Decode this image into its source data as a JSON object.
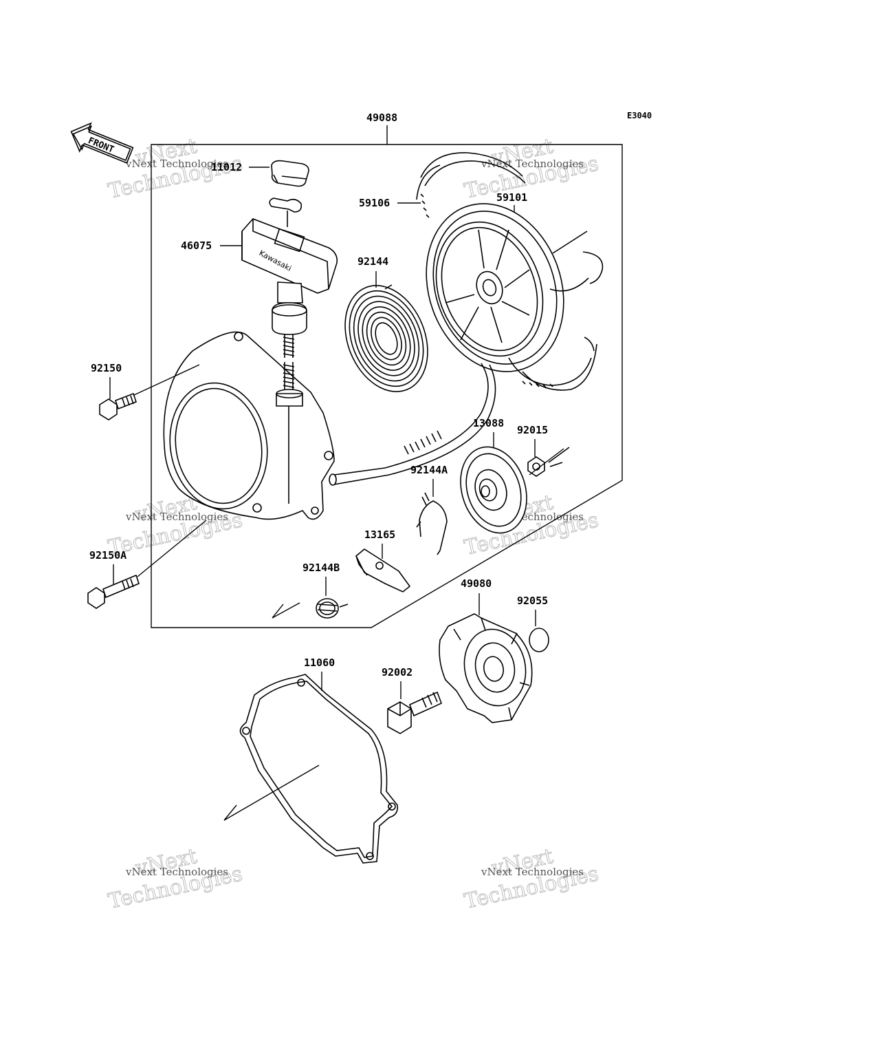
{
  "diagram_code": "E3040",
  "front_label": "FRONT",
  "watermark": {
    "big_line1": "vNext",
    "big_line2": "Technologies",
    "small": "vNext Technologies"
  },
  "parts": {
    "p49088": "49088",
    "p11012": "11012",
    "p59101": "59101",
    "p59106": "59106",
    "p46075": "46075",
    "p92144": "92144",
    "p92150": "92150",
    "p13088": "13088",
    "p92015": "92015",
    "p92144A": "92144A",
    "p13165": "13165",
    "p92150A": "92150A",
    "p92144B": "92144B",
    "p49080": "49080",
    "p92055": "92055",
    "p11060": "11060",
    "p92002": "92002"
  },
  "handle_brand": "Kawasaki"
}
